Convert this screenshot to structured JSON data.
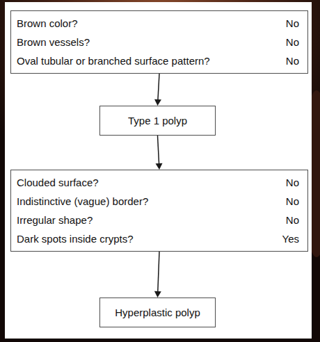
{
  "diagram": {
    "nodes": [
      {
        "text": [
          "Brown color?",
          "No",
          "Brown vessels?",
          "No",
          "Oval tubular or branched surface pattern?",
          "No"
        ]
      },
      {
        "text": [
          "Type 1 polyp"
        ]
      },
      {
        "text": [
          "Clouded surface?",
          "No",
          "Indistinctive (vague) border?",
          "No",
          "Irregular shape?",
          "No",
          "Dark spots inside crypts?",
          "Yes"
        ]
      },
      {
        "text": [
          "Hyperplastic polyp"
        ]
      }
    ],
    "edges": [
      {
        "from": 0,
        "to": 1,
        "arrow": "to"
      },
      {
        "from": 1,
        "to": 2,
        "arrow": "to"
      },
      {
        "from": 2,
        "to": 3,
        "arrow": "to"
      }
    ]
  }
}
